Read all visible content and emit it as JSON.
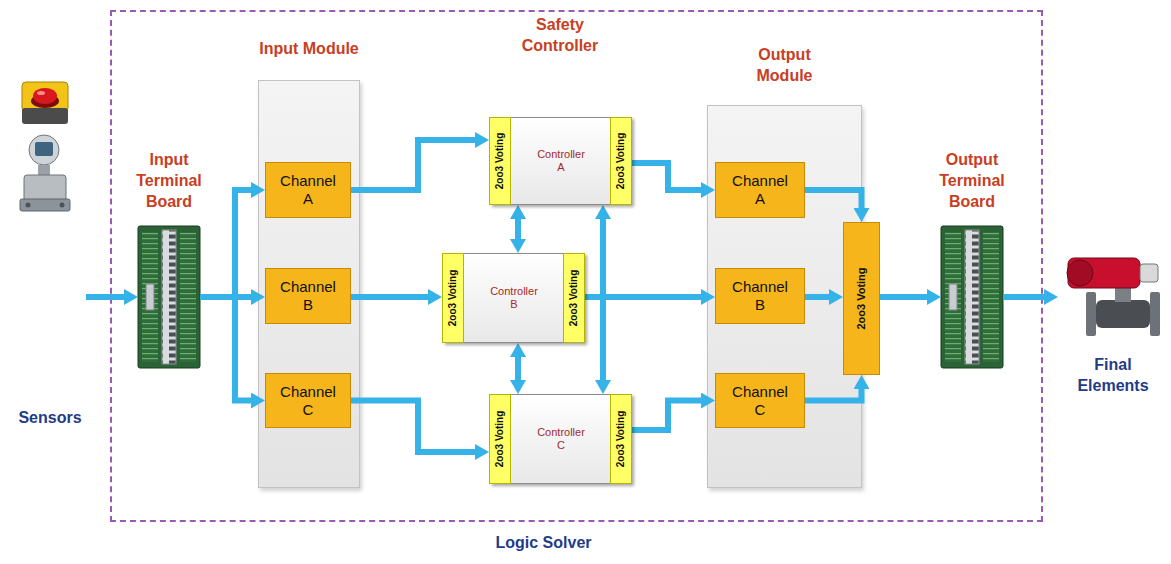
{
  "diagram": {
    "nodes": [
      {
        "text": [
          "Sensors"
        ]
      },
      {
        "text": [
          "Logic Solver"
        ]
      },
      {
        "text": [
          "Input Terminal Board"
        ],
        "in": 1
      },
      {
        "text": [
          "Input Module"
        ],
        "in": 1
      },
      {
        "text": [
          "Channel A"
        ],
        "in": 3
      },
      {
        "text": [
          "Channel B"
        ],
        "in": 3
      },
      {
        "text": [
          "Channel C"
        ],
        "in": 3
      },
      {
        "text": [
          "Controller A"
        ],
        "in": 1
      },
      {
        "text": [
          "2oo3 Voting"
        ],
        "in": 7
      },
      {
        "text": [
          "2oo3 Voting"
        ],
        "in": 7
      },
      {
        "text": [
          "Controller B"
        ],
        "in": 1
      },
      {
        "text": [
          "2oo3 Voting"
        ],
        "in": 10
      },
      {
        "text": [
          "2oo3 Voting"
        ],
        "in": 10
      },
      {
        "text": [
          "Controller C"
        ],
        "in": 1
      },
      {
        "text": [
          "2oo3 Voting"
        ],
        "in": 13
      },
      {
        "text": [
          "2oo3 Voting"
        ],
        "in": 13
      },
      {
        "text": [
          "Output Module"
        ],
        "in": 1
      },
      {
        "text": [
          "Channel A"
        ],
        "in": 16
      },
      {
        "text": [
          "Channel B"
        ],
        "in": 16
      },
      {
        "text": [
          "Channel C"
        ],
        "in": 16
      },
      {
        "text": [
          "2oo3 Voting"
        ],
        "in": 16
      },
      {
        "text": [
          "Output Terminal Board"
        ],
        "in": 1
      },
      {
        "text": [
          "Final Elements"
        ]
      }
    ],
    "edges": [
      {
        "from": 0,
        "to": 2,
        "arrow": "to"
      },
      {
        "from": 2,
        "to": 4,
        "arrow": "to"
      },
      {
        "from": 2,
        "to": 5,
        "arrow": "to"
      },
      {
        "from": 2,
        "to": 6,
        "arrow": "to"
      },
      {
        "from": 4,
        "to": 8,
        "arrow": "to"
      },
      {
        "from": 5,
        "to": 11,
        "arrow": "to"
      },
      {
        "from": 6,
        "to": 14,
        "arrow": "to"
      },
      {
        "from": 9,
        "to": 17,
        "arrow": "to"
      },
      {
        "from": 12,
        "to": 18,
        "arrow": "to"
      },
      {
        "from": 15,
        "to": 19,
        "arrow": "to"
      },
      {
        "from": 7,
        "to": 10,
        "arrow": "both"
      },
      {
        "from": 10,
        "to": 13,
        "arrow": "both"
      },
      {
        "from": 7,
        "to": 13,
        "arrow": "both"
      },
      {
        "from": 17,
        "to": 20,
        "arrow": "to"
      },
      {
        "from": 18,
        "to": 20,
        "arrow": "to"
      },
      {
        "from": 19,
        "to": 20,
        "arrow": "to"
      },
      {
        "from": 20,
        "to": 21,
        "arrow": "to"
      },
      {
        "from": 21,
        "to": 22,
        "arrow": "to"
      }
    ],
    "labels": [
      "Safety Controller"
    ]
  }
}
